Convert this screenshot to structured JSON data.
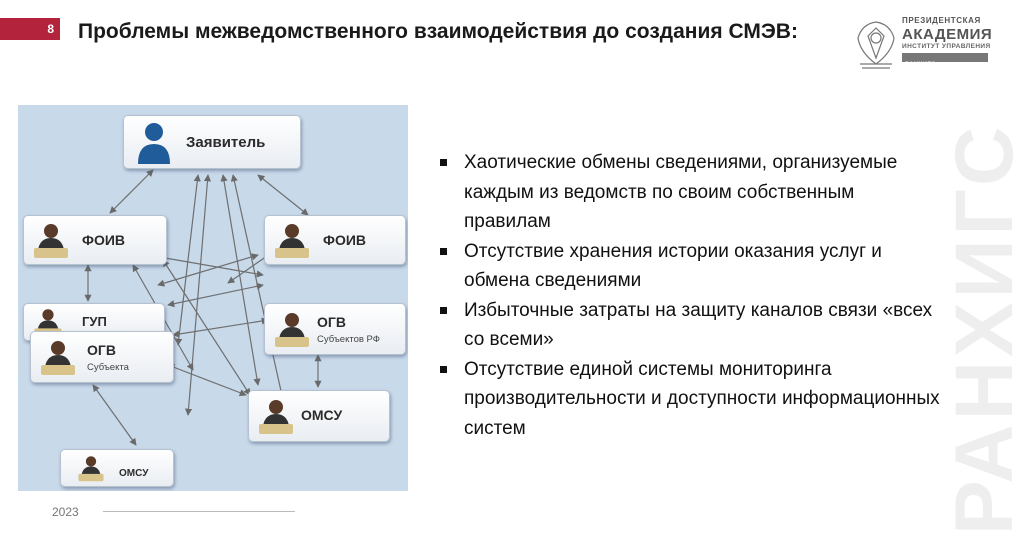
{
  "slide": {
    "number": "8",
    "title": "Проблемы межведомственного взаимодействия до создания СМЭВ:"
  },
  "logo": {
    "line1": "ПРЕЗИДЕНТСКАЯ",
    "line2": "АКАДЕМИЯ",
    "line3": "ИНСТИТУТ УПРАВЛЕНИЯ",
    "line4": "РАНХИГС · НОВОСИБИРСК"
  },
  "watermark": "РАНХИГС",
  "diagram": {
    "applicant": "Заявитель",
    "foiv_left": "ФОИВ",
    "foiv_right": "ФОИВ",
    "gup": "ГУП",
    "ogv_subject": {
      "label": "ОГВ",
      "sub": "Субъекта"
    },
    "ogv_rf": {
      "label": "ОГВ",
      "sub": "Субъектов РФ"
    },
    "omsu_right": "ОМСУ",
    "omsu_bottom": "ОМСУ"
  },
  "bullets": [
    "Хаотические обмены сведениями, организуемые каждым из ведомств по своим собственным правилам",
    "Отсутствие хранения истории оказания услуг и обмена сведениями",
    "Избыточные затраты на защиту каналов связи «всех со всеми»",
    "Отсутствие единой системы мониторинга производительности и доступности информационных систем"
  ],
  "footer": {
    "year": "2023"
  },
  "colors": {
    "accent": "#b3243c",
    "diagram_bg": "#c8d9ea"
  }
}
